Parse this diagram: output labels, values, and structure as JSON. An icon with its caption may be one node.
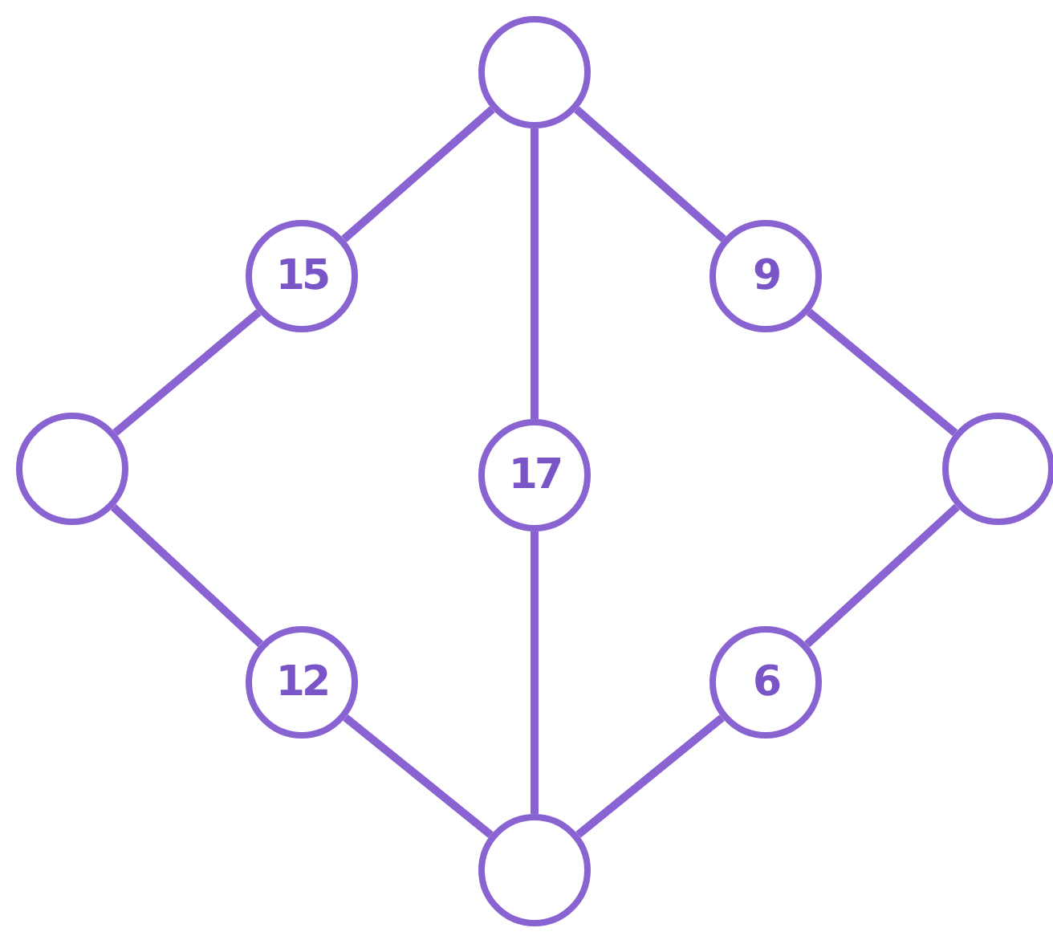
{
  "diagram": {
    "nodes": [
      {
        "text": [],
        "shape": "circle"
      },
      {
        "text": [
          "15"
        ]
      },
      {
        "text": [
          "9"
        ]
      },
      {
        "text": [],
        "shape": "circle"
      },
      {
        "text": [
          "17"
        ]
      },
      {
        "text": [],
        "shape": "circle"
      },
      {
        "text": [
          "12"
        ]
      },
      {
        "text": [
          "6"
        ]
      },
      {
        "text": [],
        "shape": "circle"
      }
    ],
    "edges": [
      {
        "from": 0,
        "to": 1,
        "arrow": "none"
      },
      {
        "from": 0,
        "to": 2,
        "arrow": "none"
      },
      {
        "from": 0,
        "to": 4,
        "arrow": "none"
      },
      {
        "from": 1,
        "to": 3,
        "arrow": "none"
      },
      {
        "from": 2,
        "to": 5,
        "arrow": "none"
      },
      {
        "from": 3,
        "to": 6,
        "arrow": "none"
      },
      {
        "from": 4,
        "to": 8,
        "arrow": "none"
      },
      {
        "from": 5,
        "to": 7,
        "arrow": "none"
      },
      {
        "from": 6,
        "to": 8,
        "arrow": "none"
      },
      {
        "from": 7,
        "to": 8,
        "arrow": "none"
      }
    ]
  }
}
